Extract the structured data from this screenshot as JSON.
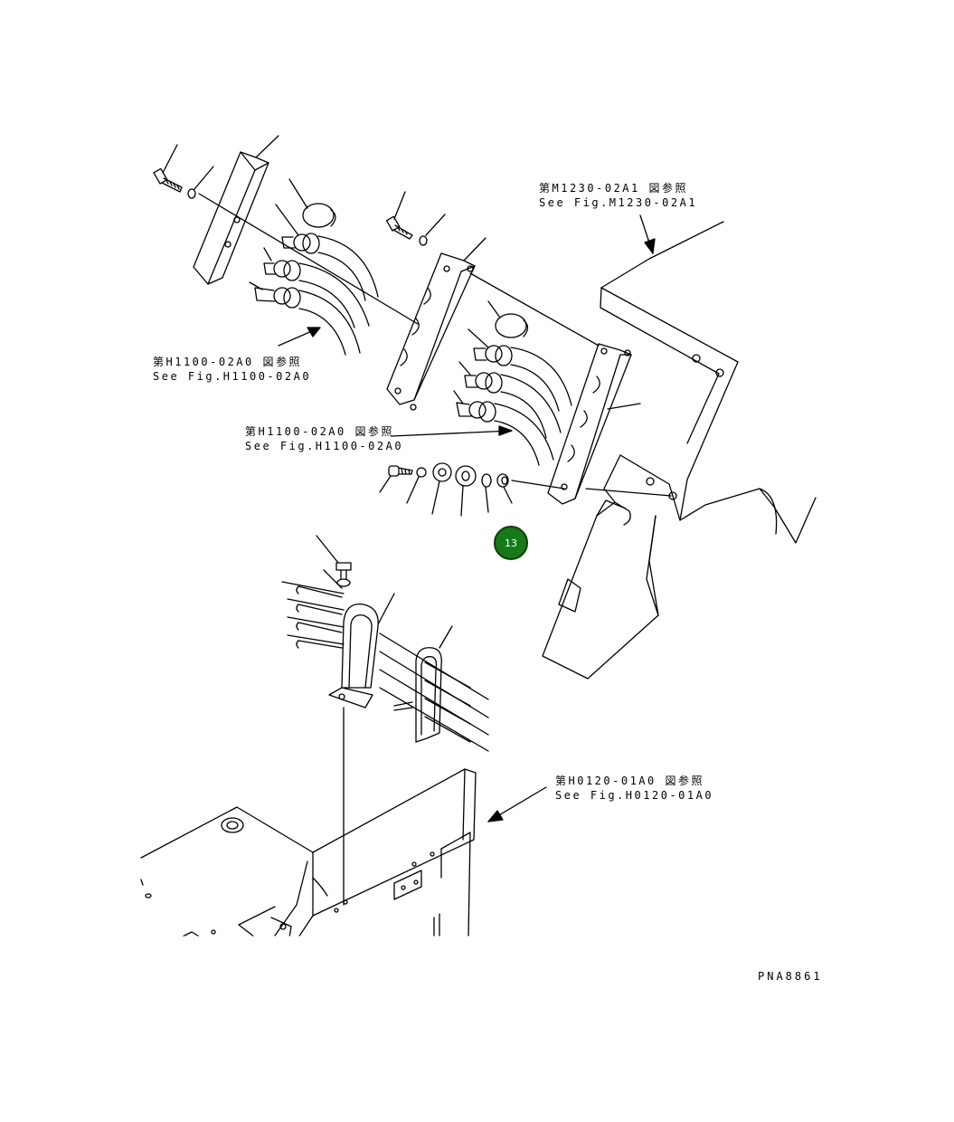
{
  "references": [
    {
      "id": "m1230",
      "jp": "第M1230-02A1 図参照",
      "en": "See Fig.M1230-02A1"
    },
    {
      "id": "h1100-a",
      "jp": "第H1100-02A0 図参照",
      "en": "See Fig.H1100-02A0"
    },
    {
      "id": "h1100-b",
      "jp": "第H1100-02A0 図参照",
      "en": "See Fig.H1100-02A0"
    },
    {
      "id": "h0120",
      "jp": "第H0120-01A0 図参照",
      "en": "See Fig.H0120-01A0"
    }
  ],
  "callout": {
    "label": "13",
    "color": "#167a16"
  },
  "part_number": "PNA8861"
}
